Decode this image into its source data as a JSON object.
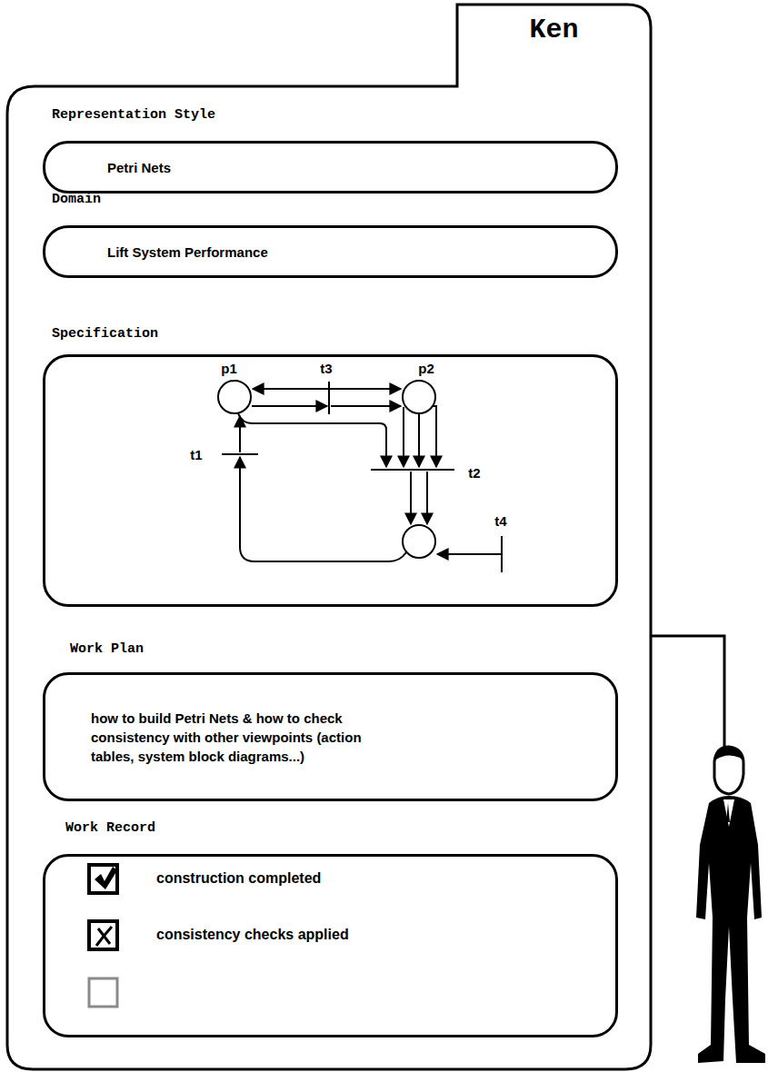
{
  "diagram": {
    "nodes": [
      {
        "text": [
          "Ken"
        ]
      },
      {
        "text": [
          "Representation Style",
          "Petri Nets"
        ],
        "in": 0
      },
      {
        "text": [
          "Domain",
          "Lift System Performance"
        ],
        "in": 0
      },
      {
        "text": [
          "Specification"
        ],
        "in": 0
      },
      {
        "text": [
          "Work Plan",
          "how to build Petri Nets & how to check consistency with other viewpoints (action tables, system block diagrams...)"
        ],
        "in": 0
      },
      {
        "text": [
          "Work Record"
        ],
        "in": 0
      }
    ],
    "labels": [
      "p1",
      "t3",
      "p2",
      "t1",
      "t2",
      "t4",
      "construction completed",
      "consistency checks applied"
    ]
  }
}
